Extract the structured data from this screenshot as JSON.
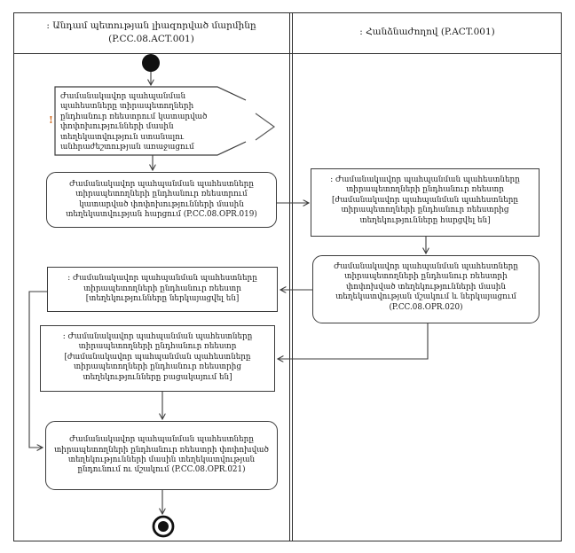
{
  "colors": {
    "line": "#3c3c3c",
    "frame": "#2f2f2f",
    "text": "#1a1a1a",
    "background": "#ffffff",
    "alert_mark": "#d2691e"
  },
  "lanes": {
    "left": {
      "name": ": Անդամ պետության լիազորված մարմինը",
      "code": "(P.CC.08.ACT.001)"
    },
    "right": {
      "name": ": Հանձնաժողով (P.ACT.001)"
    }
  },
  "nodes": {
    "start_event": {
      "alert": "!",
      "text": "Ժամանակավոր պահպանման պահեստները տիրապետողների ընդհանուր ռեեստրում կատարված փոփոխությունների մասին տեղեկատվություն ստանալու անհրաժեշտության առաջացում"
    },
    "request_info": {
      "text": "Ժամանակավոր պահպանման պահեստները տիրապետողների ընդհանուր ռեեստրում կատարված փոփոխությունների մասին տեղեկատվության հարցում (P.CC.08.OPR.019)"
    },
    "registry_requested": {
      "text": ": Ժամանակավոր պահպանման պահեստները տիրապետողների ընդհանուր ռեեստր [ժամանակավոր պահպանման պահեստները տիրապետողների ընդհանուր ռեեստրից տեղեկությունները հարցվել են]"
    },
    "process_present": {
      "text": "Ժամանակավոր պահպանման պահեստները տիրապետողների ընդհանուր ռեեստրի փոփոխված տեղեկությունների մասին տեղեկատվության մշակում և ներկայացում (P.CC.08.OPR.020)"
    },
    "registry_presented": {
      "text": ": Ժամանակավոր պահպանման պահեստները տիրապետողների ընդհանուր ռեեստր [տեղեկությունները ներկայացվել են]"
    },
    "registry_missing": {
      "text": ": Ժամանակավոր պահպանման պահեստները տիրապետողների ընդհանուր ռեեստր [ժամանակավոր պահպանման պահեստները տիրապետողների ընդհանուր ռեեստրից տեղեկությունները բացակայում են]"
    },
    "receive_process": {
      "text": "Ժամանակավոր պահպանման պահեստները տիրապետողների ընդհանուր ռեեստրի փոփոխված տեղեկությունների մասին տեղեկատվության ընդունում ու մշակում (P.CC.08.OPR.021)"
    }
  }
}
